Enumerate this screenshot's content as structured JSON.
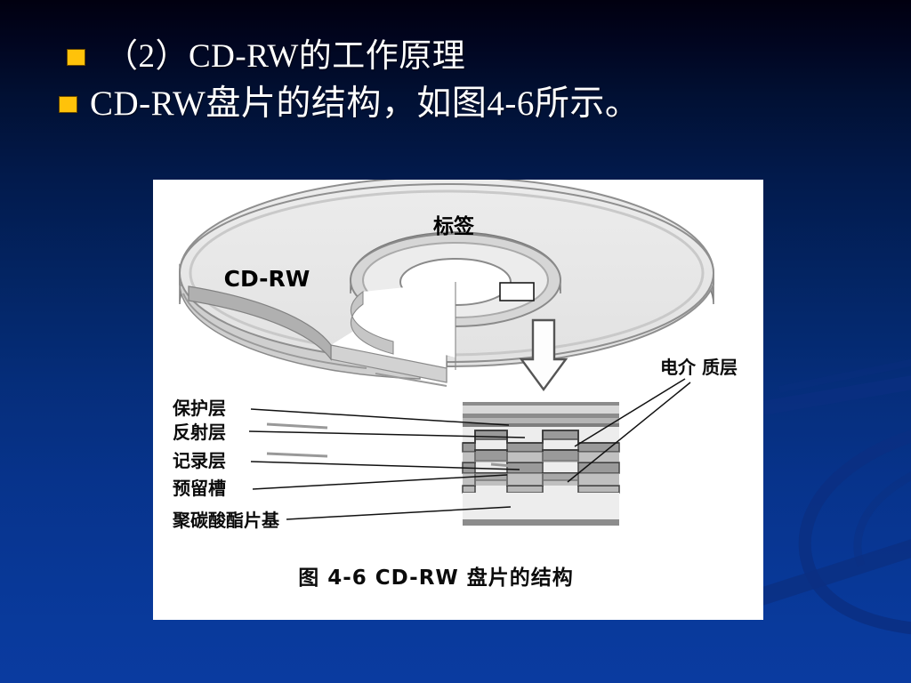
{
  "slide": {
    "background_top_color": "#010010",
    "background_bottom_color": "#0a3ba0",
    "bullet_color": "#ffc20a",
    "text_color": "#ffffff"
  },
  "bullets": [
    {
      "text": "（2）CD-RW的工作原理"
    },
    {
      "text": "CD-RW盘片的结构，如图4-6所示。"
    }
  ],
  "figure": {
    "panel_color": "#ffffff",
    "disc_label": "CD-RW",
    "disc_top_label": "标签",
    "dielectric_label": "电介 质层",
    "layer_labels": [
      {
        "text": "保护层"
      },
      {
        "text": "反射层"
      },
      {
        "text": "记录层"
      },
      {
        "text": "预留槽"
      },
      {
        "text": "聚碳酸酯片基"
      }
    ],
    "caption": "图 4-6    CD-RW 盘片的结构"
  }
}
